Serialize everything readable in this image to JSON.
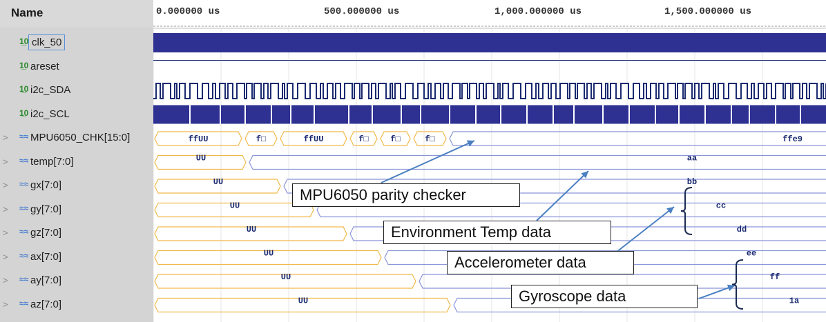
{
  "header": {
    "name_label": "Name"
  },
  "timeline": {
    "ticks": [
      "0.000000 us",
      "500.000000 us",
      "1,000.000000 us",
      "1,500.000000 us"
    ]
  },
  "signals": [
    {
      "name": "clk_50",
      "kind": "bit"
    },
    {
      "name": "areset",
      "kind": "bit"
    },
    {
      "name": "i2c_SDA",
      "kind": "bit"
    },
    {
      "name": "i2c_SCL",
      "kind": "bit"
    },
    {
      "name": "MPU6050_CHK[15:0]",
      "kind": "bus"
    },
    {
      "name": "temp[7:0]",
      "kind": "bus"
    },
    {
      "name": "gx[7:0]",
      "kind": "bus"
    },
    {
      "name": "gy[7:0]",
      "kind": "bus"
    },
    {
      "name": "gz[7:0]",
      "kind": "bus"
    },
    {
      "name": "ax[7:0]",
      "kind": "bus"
    },
    {
      "name": "ay[7:0]",
      "kind": "bus"
    },
    {
      "name": "az[7:0]",
      "kind": "bus"
    }
  ],
  "bus_values": {
    "mpu_initial": [
      "ffUU",
      "f□",
      "ffUU",
      "f□",
      "f□",
      "f□"
    ],
    "mpu_final": "ffe9",
    "undefined_value": "UU",
    "temp_final": "aa",
    "gx_final": "bb",
    "gy_final": "cc",
    "gz_final": "dd",
    "ax_final": "ee",
    "ay_final": "ff",
    "az_final": "1a"
  },
  "annotations": {
    "parity": "MPU6050 parity checker",
    "temp": "Environment Temp  data",
    "accel": "Accelerometer  data",
    "gyro": "Gyroscope  data"
  },
  "colors": {
    "clock_fill": "#2e3192",
    "bus_line": "#1a2a70",
    "undefined_outline": "#f0b94a",
    "defined_outline": "#8a95d8",
    "arrow": "#4a7fc1",
    "name_panel": "#d4d4d4"
  }
}
